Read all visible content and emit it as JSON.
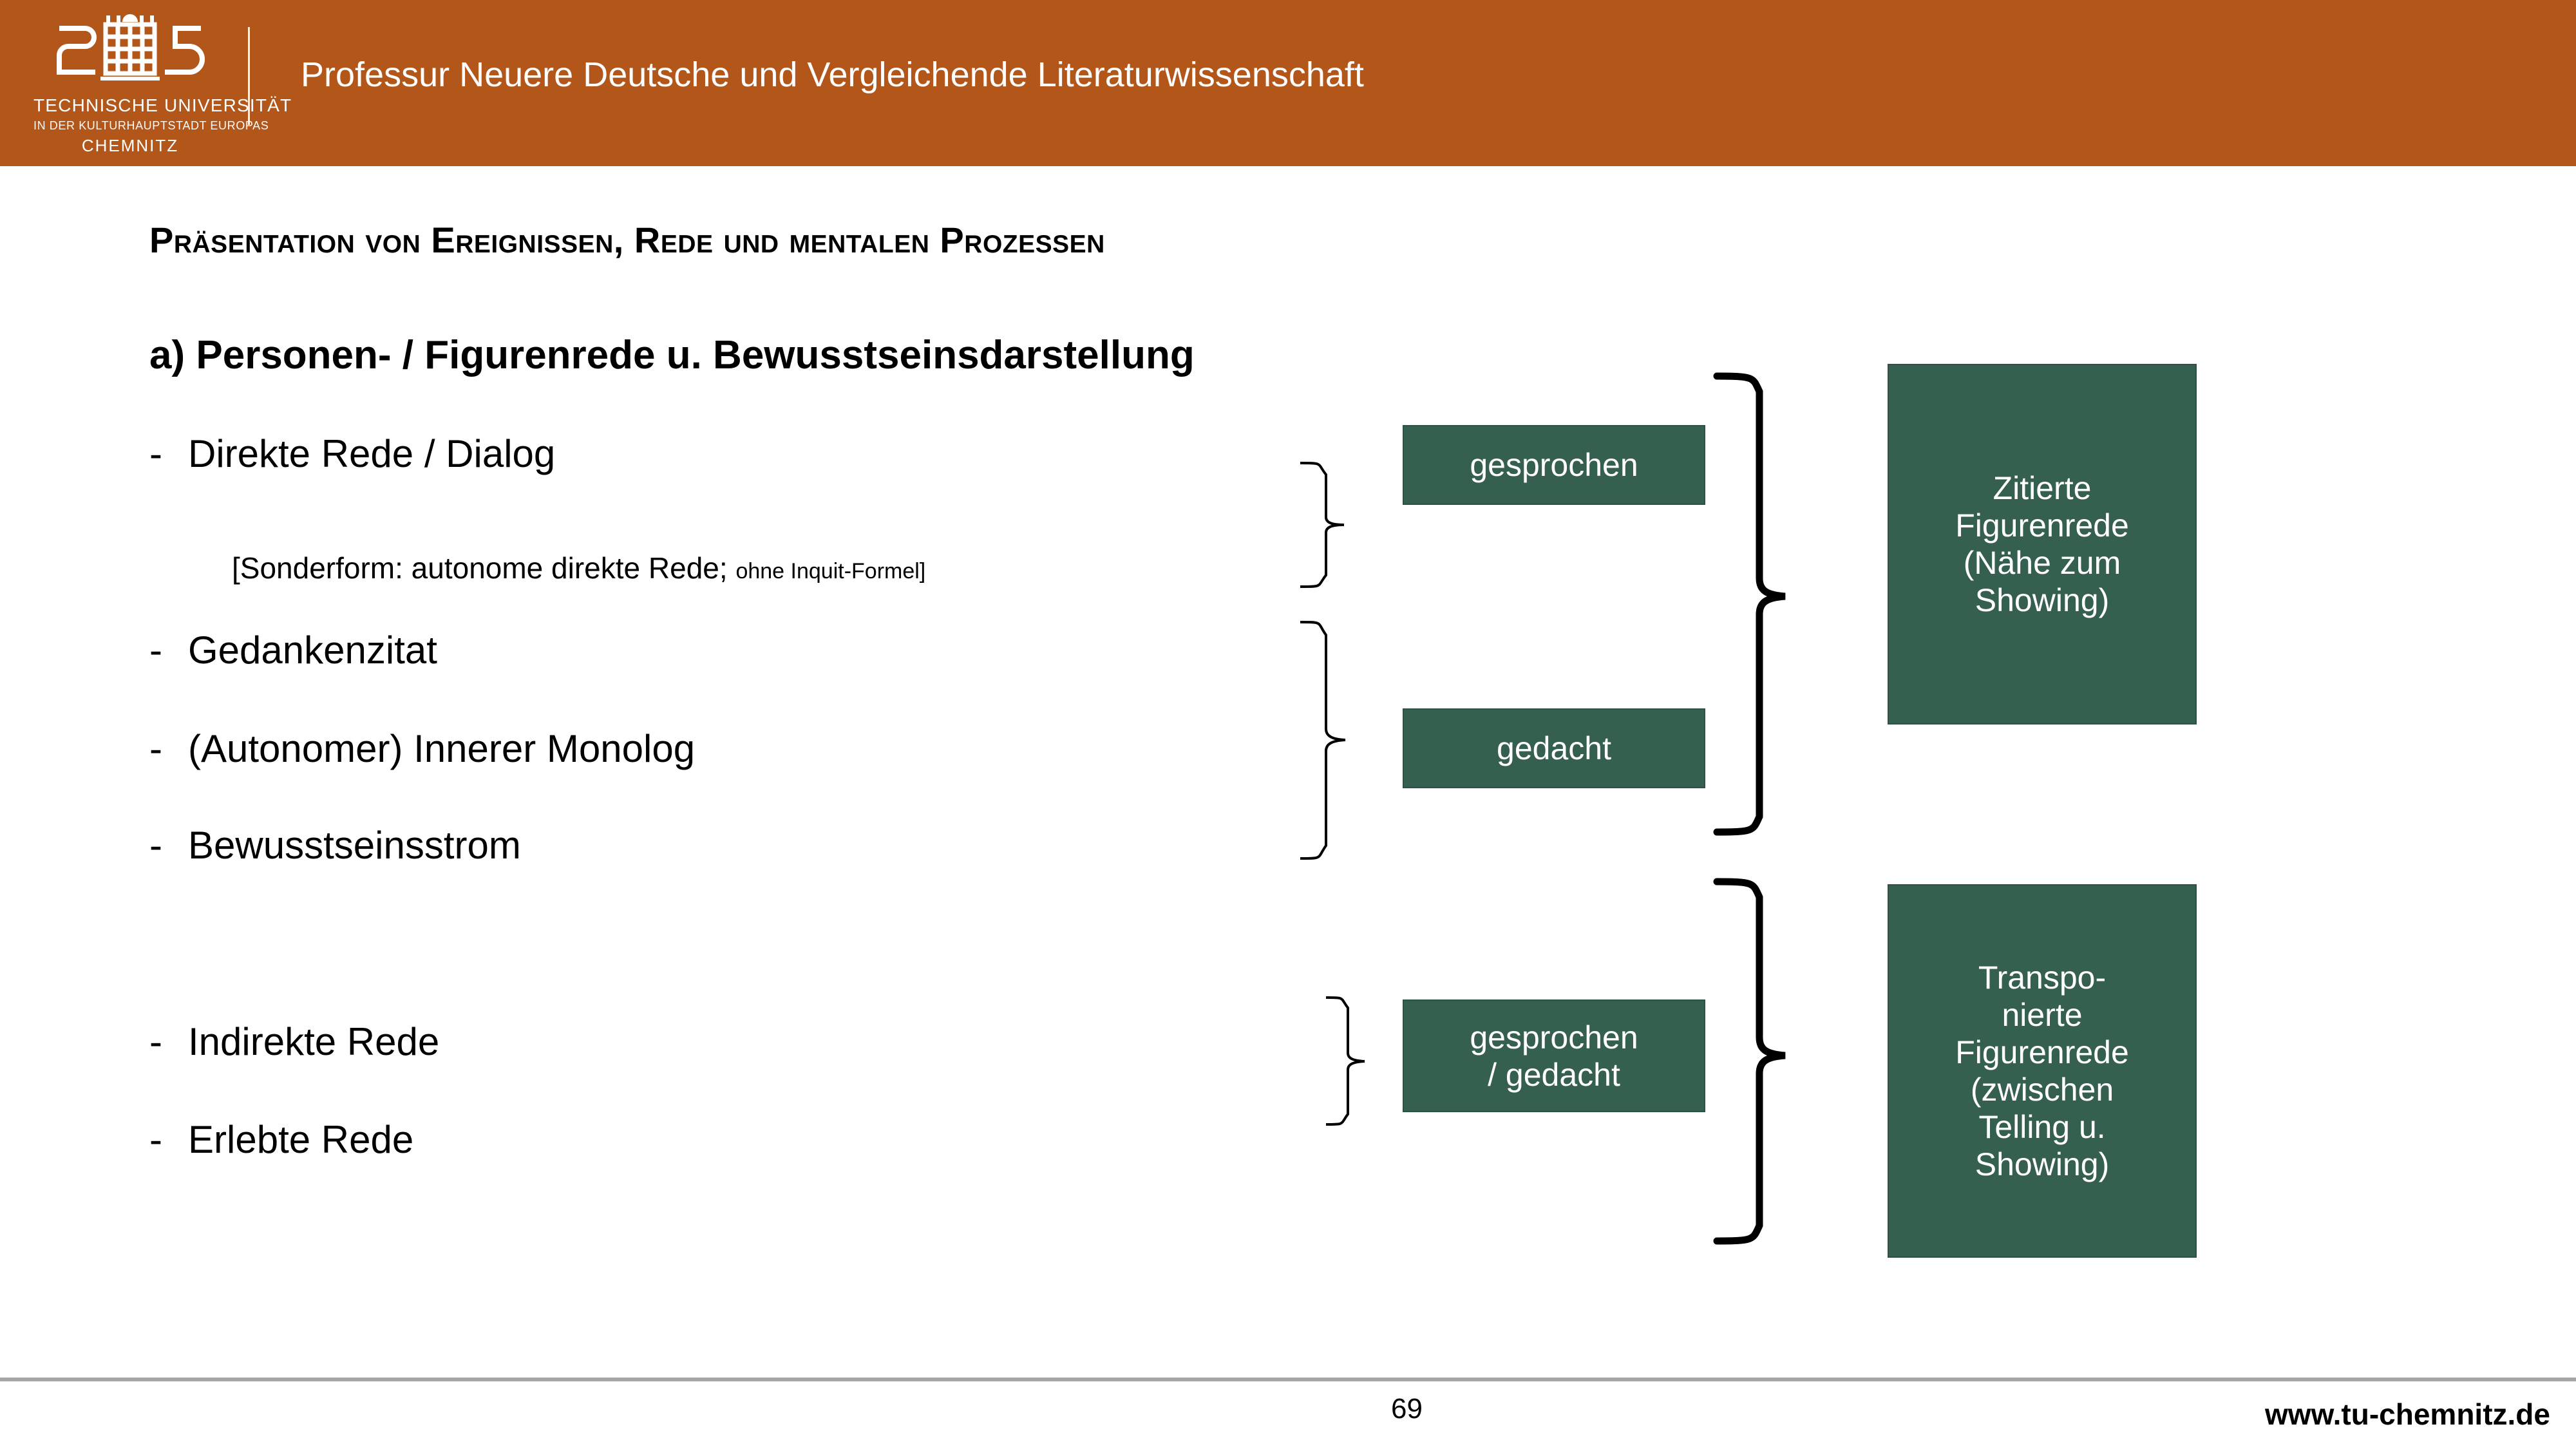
{
  "header": {
    "logo": {
      "mark_text": "2025",
      "icon_name": "tu-chemnitz-2025-logo",
      "line1": "TECHNISCHE UNIVERSITÄT",
      "line2": "IN DER KULTURHAUPTSTADT EUROPAS",
      "line3": "CHEMNITZ"
    },
    "title": "Professur Neuere Deutsche und Vergleichende Literaturwissenschaft",
    "background_color": "#b2561a",
    "text_color": "#ffffff"
  },
  "slide": {
    "title": "Präsentation von Ereignissen, Rede und mentalen Prozessen",
    "subtitle": "a) Personen- / Figurenrede u. Bewusstseinsdarstellung",
    "bullets": [
      {
        "dash": "-",
        "label": "Direkte Rede / Dialog"
      },
      {
        "dash": "-",
        "label": "Gedankenzitat"
      },
      {
        "dash": "-",
        "label": "(Autonomer) Innerer Monolog"
      },
      {
        "dash": "-",
        "label": "Bewusstseinsstrom"
      },
      {
        "dash": "-",
        "label": "Indirekte Rede"
      },
      {
        "dash": "-",
        "label": "Erlebte Rede"
      }
    ],
    "subnote": {
      "main": "[Sonderform: autonome direkte Rede;",
      "small": "ohne Inquit-Formel]"
    },
    "mode_boxes": [
      {
        "name": "gesprochen",
        "lines": [
          "gesprochen"
        ]
      },
      {
        "name": "gedacht",
        "lines": [
          "gedacht"
        ]
      },
      {
        "name": "gesprochen-gedacht",
        "lines": [
          "gesprochen",
          "/ gedacht"
        ]
      }
    ],
    "category_boxes": [
      {
        "name": "zitierte-figurenrede",
        "lines": [
          "Zitierte",
          "Figurenrede",
          "(Nähe zum",
          "Showing)"
        ]
      },
      {
        "name": "transponierte-figurenrede",
        "lines": [
          "Transpo-",
          "nierte",
          "Figurenrede",
          "(zwischen",
          "Telling u.",
          "Showing)"
        ]
      }
    ],
    "box_color": "#35604f",
    "box_text_color": "#ffffff"
  },
  "footer": {
    "page_number": "69",
    "url": "www.tu-chemnitz.de",
    "rule_color": "#a6a6a6"
  }
}
